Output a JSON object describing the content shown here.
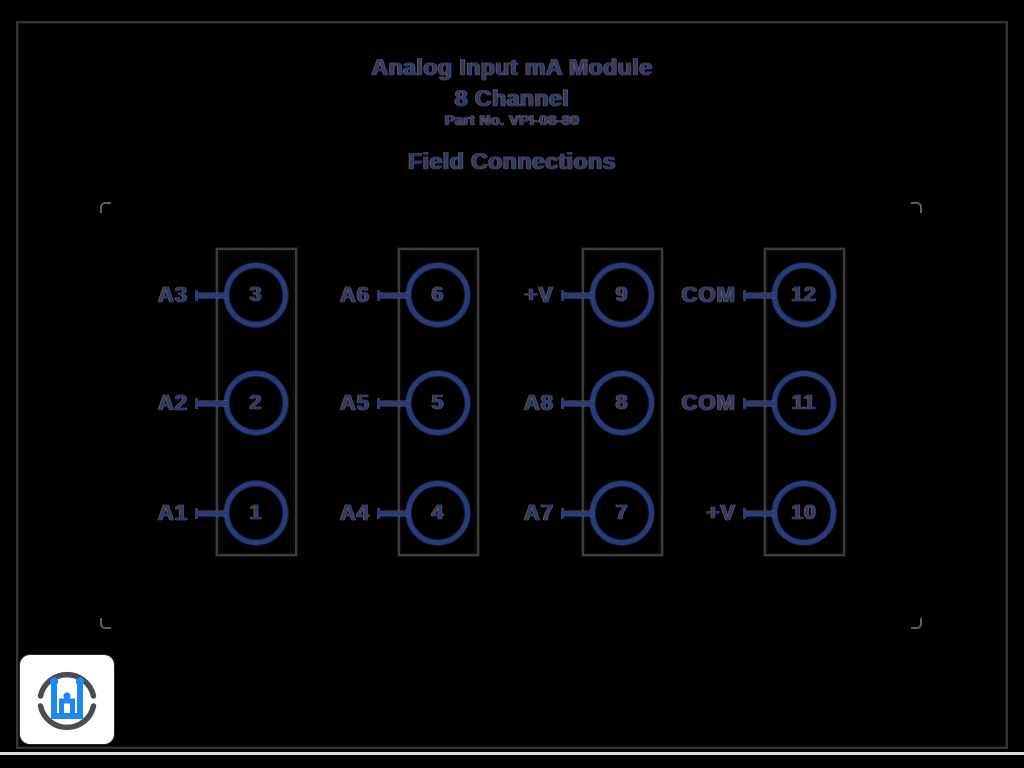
{
  "header": {
    "title_line1": "Analog Input mA Module",
    "title_line2": "8 Channel",
    "part_number": "Part No. VPI-08-80",
    "section_heading": "Field Connections"
  },
  "terminal_columns": [
    {
      "id": "column-1",
      "terminals": [
        {
          "label": "A3",
          "number": "3"
        },
        {
          "label": "A2",
          "number": "2"
        },
        {
          "label": "A1",
          "number": "1"
        }
      ]
    },
    {
      "id": "column-2",
      "terminals": [
        {
          "label": "A6",
          "number": "6"
        },
        {
          "label": "A5",
          "number": "5"
        },
        {
          "label": "A4",
          "number": "4"
        }
      ]
    },
    {
      "id": "column-3",
      "terminals": [
        {
          "label": "+V",
          "number": "9"
        },
        {
          "label": "A8",
          "number": "8"
        },
        {
          "label": "A7",
          "number": "7"
        }
      ]
    },
    {
      "id": "column-4",
      "terminals": [
        {
          "label": "COM",
          "number": "12"
        },
        {
          "label": "COM",
          "number": "11"
        },
        {
          "label": "+V",
          "number": "10"
        }
      ]
    }
  ],
  "logo": {
    "icon": "circuit-w-logo",
    "card_color": "#ffffff",
    "ring_color": "#4b4b52",
    "glyph_color": "#1e87f0"
  },
  "colors": {
    "background": "#000000",
    "terminal_ring": "#2c3a78",
    "ghost_text": "#2e3a66",
    "page_border": "#333333",
    "bottom_stripe": "#d9d9d9"
  }
}
